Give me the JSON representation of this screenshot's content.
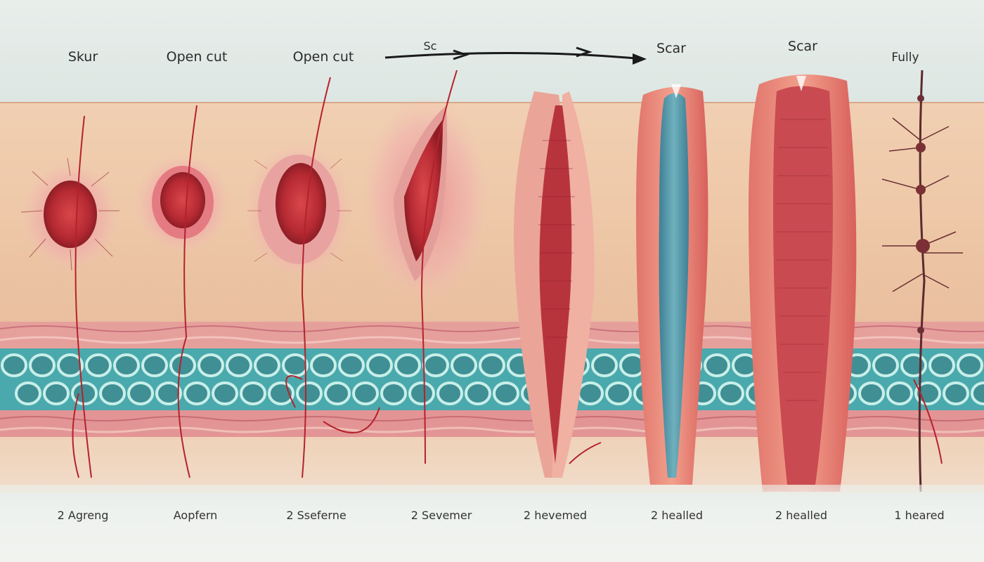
{
  "stages": [
    {
      "top_label": "Skur",
      "bottom_label": "2 Agreng"
    },
    {
      "top_label": "Open cut",
      "bottom_label": "Aopfern"
    },
    {
      "top_label": "Open cut",
      "bottom_label": "2 Sseferne"
    },
    {
      "top_label": "",
      "bottom_label": "2 Sevemer"
    },
    {
      "top_label": "",
      "bottom_label": "2 hevemed"
    },
    {
      "top_label": "Scar",
      "bottom_label": "2 healled"
    },
    {
      "top_label": "Scar",
      "bottom_label": "2 healled"
    },
    {
      "top_label": "Fully",
      "bottom_label": "1 heared"
    }
  ],
  "arrow_label": "Sc",
  "colors": {
    "skin": "#edc7a8",
    "wound_red": "#c2303a",
    "tissue_pink": "#e49a96",
    "cell_teal": "#3f9fa3",
    "scar_blue": "#4f95a9",
    "vessel_red": "#b4222c"
  }
}
